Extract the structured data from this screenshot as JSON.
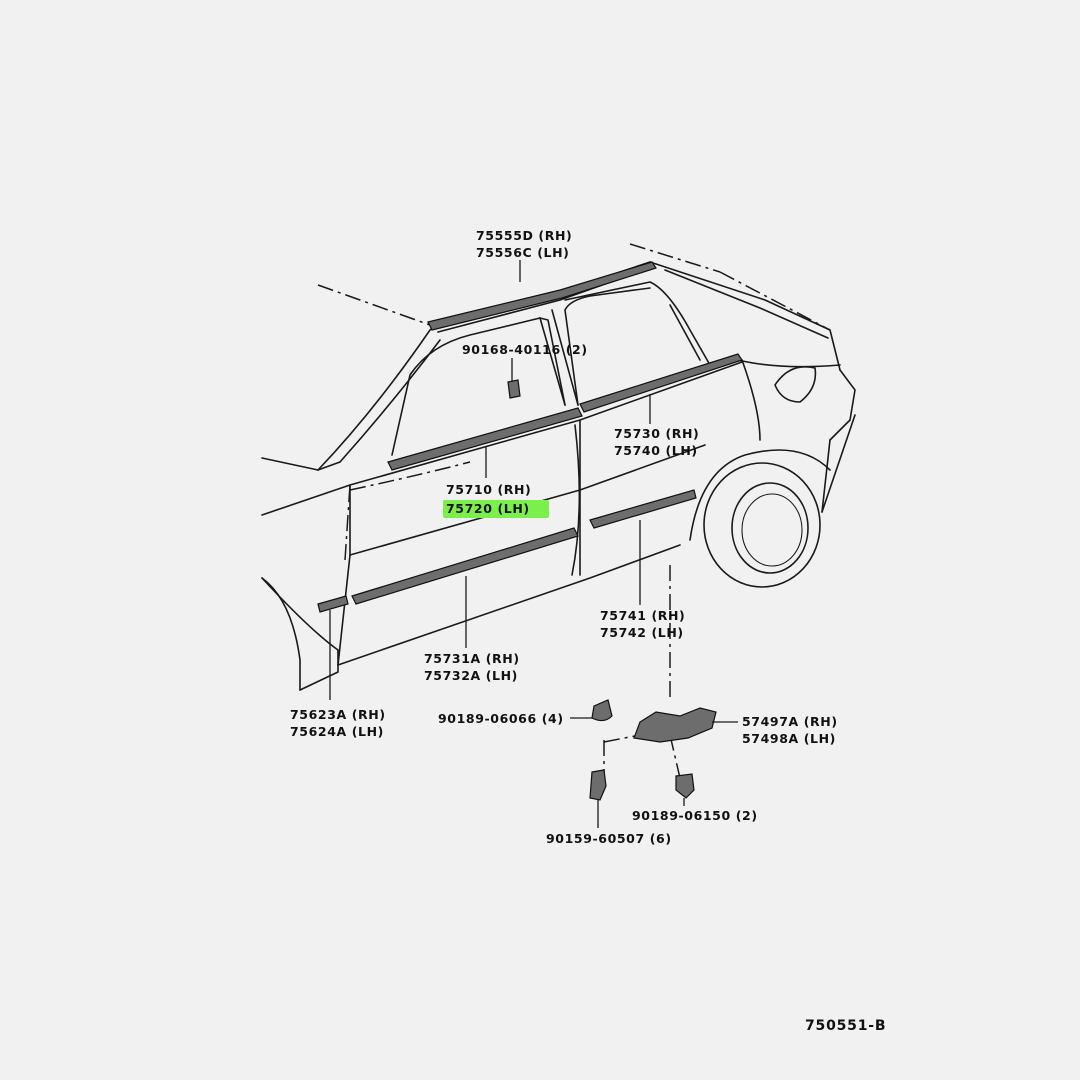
{
  "diagram": {
    "reference_code": "750551-B",
    "highlight_color": "#7cf04a",
    "labels": {
      "roof_rh": "75555D (RH)",
      "roof_lh": "75556C (LH)",
      "clip_a": "90168-40116 (2)",
      "front_belt_rh": "75710 (RH)",
      "front_belt_lh": "75720 (LH)",
      "rear_belt_rh": "75730 (RH)",
      "rear_belt_lh": "75740 (LH)",
      "rear_side_rh": "75741 (RH)",
      "rear_side_lh": "75742 (LH)",
      "front_side_rh": "75731A (RH)",
      "front_side_lh": "75732A (LH)",
      "fender_rh": "75623A (RH)",
      "fender_lh": "75624A (LH)",
      "clip_b": "90189-06066 (4)",
      "bracket_rh": "57497A (RH)",
      "bracket_lh": "57498A (LH)",
      "clip_c": "90189-06150 (2)",
      "screw": "90159-60507 (6)"
    }
  }
}
